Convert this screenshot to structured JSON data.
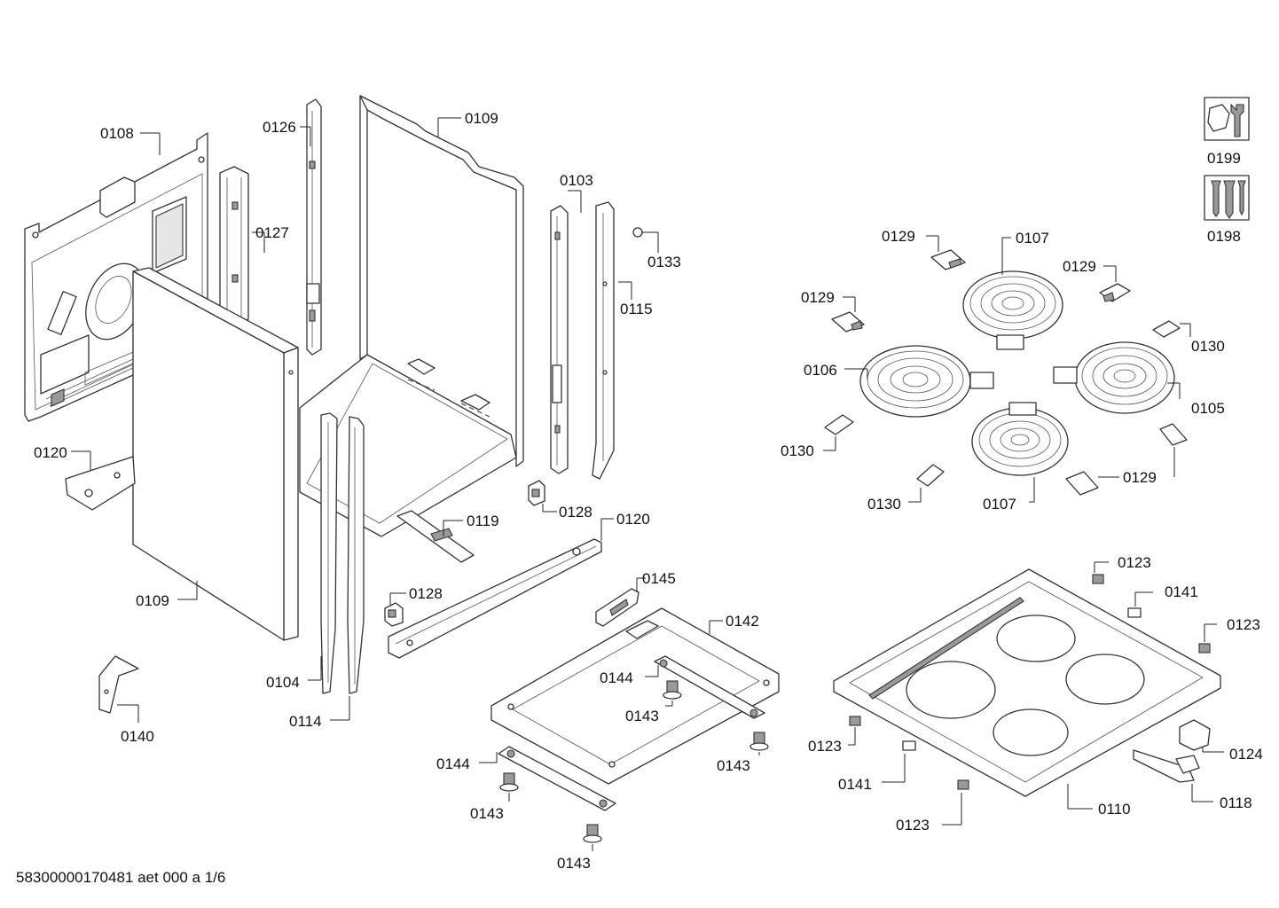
{
  "footer": "58300000170481 aet 000 a 1/6",
  "legend": {
    "tools": "0199",
    "screws": "0198"
  },
  "labels": {
    "p0108": "0108",
    "p0126": "0126",
    "p0109_back": "0109",
    "p0127": "0127",
    "p0103": "0103",
    "p0133": "0133",
    "p0115": "0115",
    "p0120_left": "0120",
    "p0128_upper": "0128",
    "p0119": "0119",
    "p0120_right": "0120",
    "p0109_side": "0109",
    "p0128_lower": "0128",
    "p0145": "0145",
    "p0142": "0142",
    "p0104": "0104",
    "p0144_upper": "0144",
    "p0143_a": "0143",
    "p0114": "0114",
    "p0140": "0140",
    "p0143_b": "0143",
    "p0144_lower": "0144",
    "p0143_c": "0143",
    "p0143_d": "0143",
    "p0129_a": "0129",
    "p0107_top": "0107",
    "p0129_b": "0129",
    "p0129_c": "0129",
    "p0130_a": "0130",
    "p0106": "0106",
    "p0105": "0105",
    "p0130_b": "0130",
    "p0129_d": "0129",
    "p0130_c": "0130",
    "p0107_bottom": "0107",
    "p0123_a": "0123",
    "p0141_a": "0141",
    "p0123_b": "0123",
    "p0123_c": "0123",
    "p0124": "0124",
    "p0141_b": "0141",
    "p0118": "0118",
    "p0110": "0110",
    "p0123_d": "0123"
  }
}
